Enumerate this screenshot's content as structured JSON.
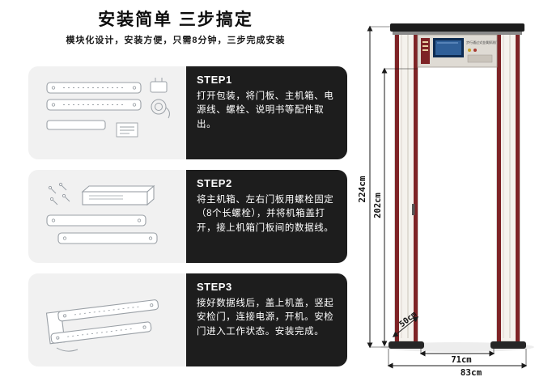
{
  "header": {
    "title": "安装简单 三步搞定",
    "subtitle": "模块化设计，安装方便，只需8分钟，三步完成安装"
  },
  "steps": [
    {
      "label": "STEP1",
      "text": "打开包装，将门板、主机箱、电源线、螺栓、说明书等配件取出。",
      "illustration": "unpacked-door-panels-adapter-cable-line-art"
    },
    {
      "label": "STEP2",
      "text": "将主机箱、左右门板用螺栓固定（8个长螺栓），并将机箱盖打开，接上机箱门板间的数据线。",
      "illustration": "main-unit-bolts-panels-line-art"
    },
    {
      "label": "STEP3",
      "text": "接好数据线后，盖上机盖，竖起安检门，连接电源，开机。安检门进入工作状态。安装完成。",
      "illustration": "assembled-frame-line-art"
    }
  ],
  "detector": {
    "head_label": "步行通过式金属探测门",
    "dimensions": {
      "outer_height": "224cm",
      "inner_height": "202cm",
      "base_depth": "50cm",
      "inner_width": "71cm",
      "outer_width": "83cm"
    }
  },
  "colors": {
    "pillar_stripe_red": "#7e2326",
    "step_panel_dark": "#1d1d1d",
    "illustration_bg": "#f1f1f1",
    "lcd_blue": "#2f5f98"
  }
}
